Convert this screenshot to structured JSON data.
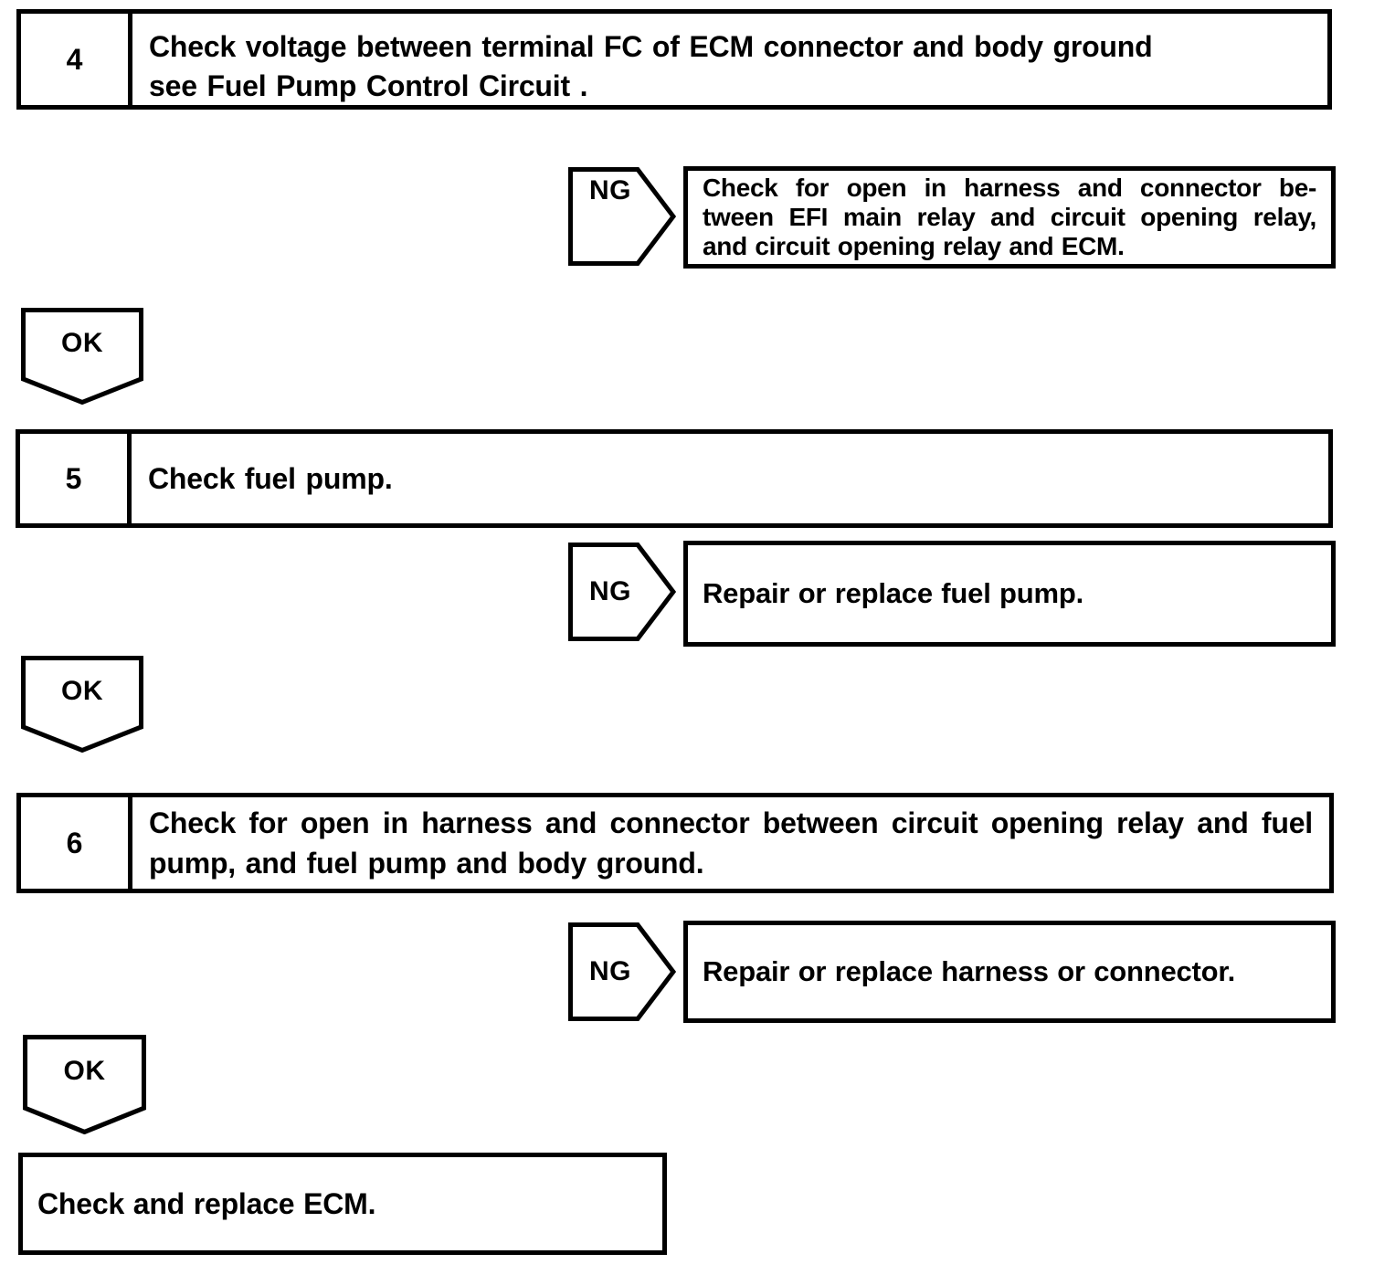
{
  "page": {
    "type": "troubleshooting-flowchart",
    "background_color": "#ffffff",
    "line_color": "#000000"
  },
  "steps": [
    {
      "number": "4",
      "instruction_lines": [
        "Check voltage between terminal FC of ECM connector and body ground",
        "see Fuel Pump Control Circuit ."
      ],
      "ng_label": "NG",
      "ng_action_lines": [
        "Check for open in harness and connector be-",
        "tween EFI main relay and circuit opening relay,",
        "and circuit opening relay and ECM."
      ],
      "ok_label": "OK"
    },
    {
      "number": "5",
      "instruction_lines": [
        "Check fuel pump."
      ],
      "ng_label": "NG",
      "ng_action_lines": [
        "Repair or replace fuel pump."
      ],
      "ok_label": "OK"
    },
    {
      "number": "6",
      "instruction_lines": [
        "Check for open in harness and connector between circuit opening relay and fuel",
        "pump, and fuel pump and body ground."
      ],
      "ng_label": "NG",
      "ng_action_lines": [
        "Repair or replace harness or connector."
      ],
      "ok_label": "OK"
    }
  ],
  "final_action": "Check and replace ECM."
}
